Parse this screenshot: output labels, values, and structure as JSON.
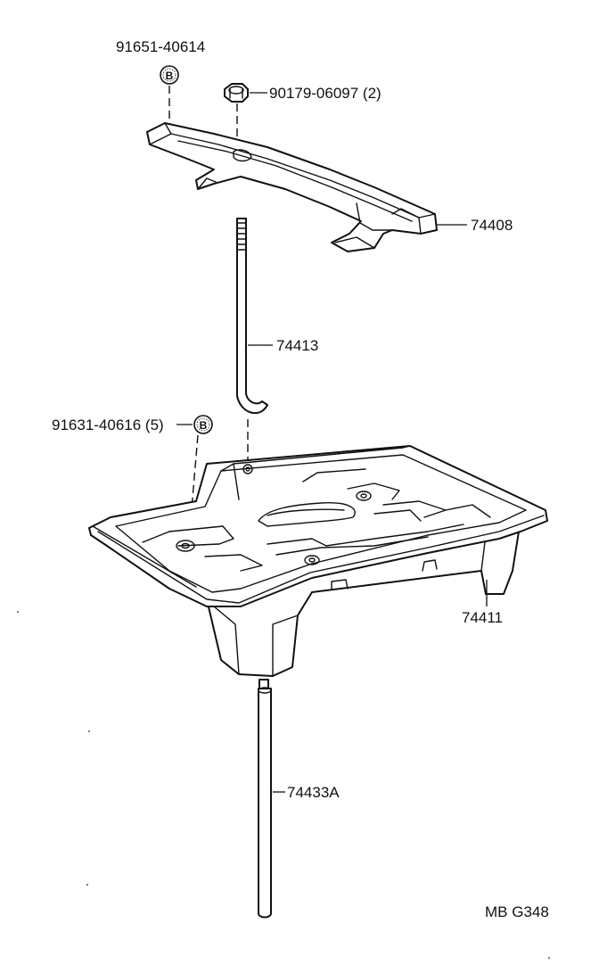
{
  "diagram": {
    "part_labels": {
      "p1": "91651-40614",
      "p2": "90179-06097 (2)",
      "p3": "74408",
      "p4": "74413",
      "p5": "91631-40616 (5)",
      "p6": "74411",
      "p7": "74433A"
    },
    "badge_letter": "B",
    "figure_code": "MB G348"
  }
}
